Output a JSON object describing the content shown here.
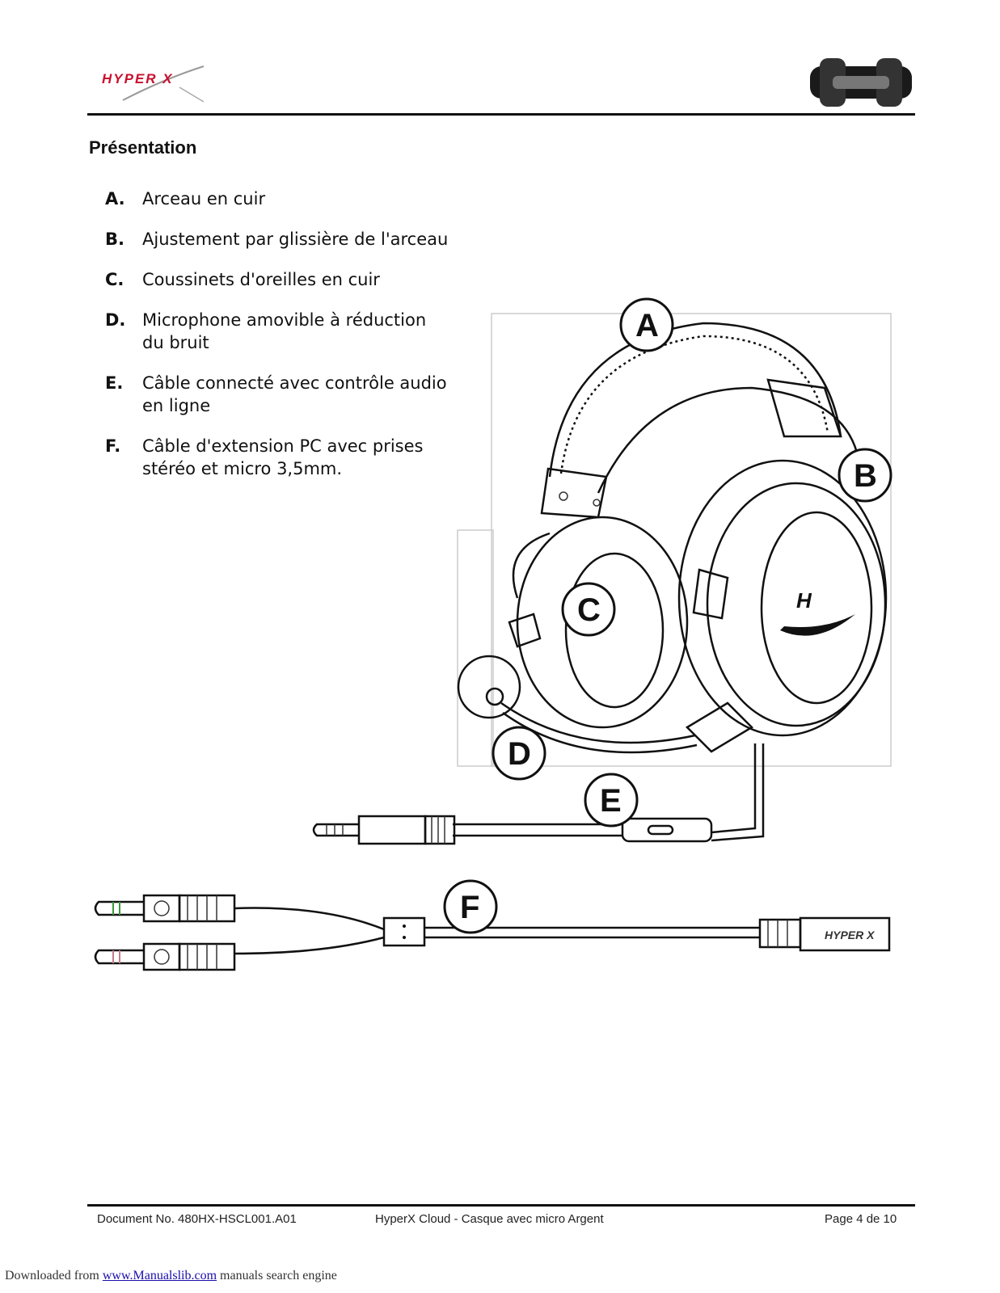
{
  "header": {
    "logo_text": "HYPER X",
    "image_icon": "headset-thumbnail"
  },
  "section_title": "Présentation",
  "items": [
    {
      "letter": "A.",
      "text": "Arceau en cuir"
    },
    {
      "letter": "B.",
      "text": "Ajustement par glissière de l'arceau"
    },
    {
      "letter": "C.",
      "text": "Coussinets d'oreilles en cuir"
    },
    {
      "letter": "D.",
      "text": "Microphone amovible à réduction\ndu bruit"
    },
    {
      "letter": "E.",
      "text": "Câble connecté avec contrôle audio\nen ligne"
    },
    {
      "letter": "F.",
      "text": "Câble d'extension PC avec prises\nstéréo et micro 3,5mm."
    }
  ],
  "diagram": {
    "labels": [
      "A",
      "B",
      "C",
      "D",
      "E",
      "F"
    ],
    "brand_mark": "HYPER X"
  },
  "footer": {
    "doc_no": "Document No. 480HX-HSCL001.A01",
    "title": "HyperX Cloud - Casque avec micro Argent",
    "page": "Page 4 de 10"
  },
  "download": {
    "prefix": "Downloaded from ",
    "link": "www.Manualslib.com",
    "suffix": " manuals search engine"
  }
}
